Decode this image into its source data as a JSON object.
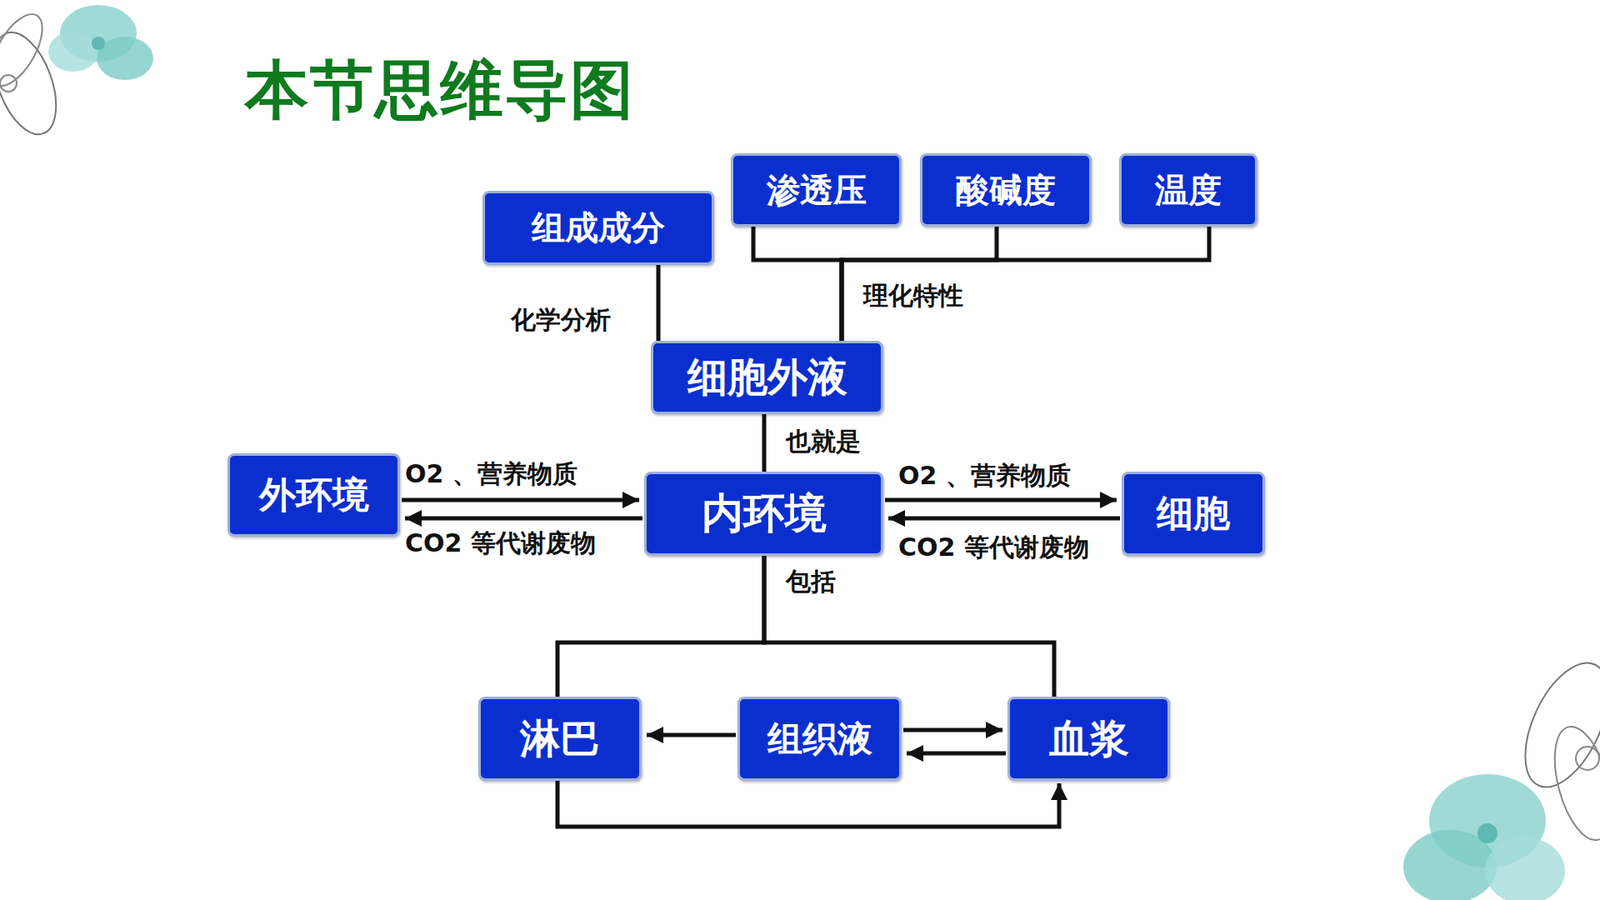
{
  "diagram": {
    "title": "本节思维导图",
    "nodes": [
      {
        "text": [
          "渗透压"
        ]
      },
      {
        "text": [
          "酸碱度"
        ]
      },
      {
        "text": [
          "温度"
        ]
      },
      {
        "text": [
          "组成成分"
        ]
      },
      {
        "text": [
          "细胞外液"
        ]
      },
      {
        "text": [
          "外环境"
        ]
      },
      {
        "text": [
          "内环境"
        ]
      },
      {
        "text": [
          "细胞"
        ]
      },
      {
        "text": [
          "淋巴"
        ]
      },
      {
        "text": [
          "组织液"
        ]
      },
      {
        "text": [
          "血浆"
        ]
      }
    ],
    "edges": [
      {
        "from": 4,
        "to": 3,
        "label": "化学分析",
        "arrow": "none"
      },
      {
        "from": 4,
        "to": 0,
        "label": "理化特性",
        "arrow": "none"
      },
      {
        "from": 4,
        "to": 1,
        "arrow": "none"
      },
      {
        "from": 4,
        "to": 2,
        "arrow": "none"
      },
      {
        "from": 4,
        "to": 6,
        "label": "也就是",
        "arrow": "none"
      },
      {
        "from": 5,
        "to": 6,
        "label": "O2 、营养物质",
        "arrow": "to"
      },
      {
        "from": 6,
        "to": 5,
        "label": "CO2 等代谢废物",
        "arrow": "to"
      },
      {
        "from": 6,
        "to": 7,
        "label": "O2 、营养物质",
        "arrow": "to"
      },
      {
        "from": 7,
        "to": 6,
        "label": "CO2 等代谢废物",
        "arrow": "to"
      },
      {
        "from": 6,
        "to": 8,
        "label": "包括",
        "arrow": "none"
      },
      {
        "from": 6,
        "to": 10,
        "arrow": "none"
      },
      {
        "from": 9,
        "to": 8,
        "arrow": "to"
      },
      {
        "from": 9,
        "to": 10,
        "arrow": "to"
      },
      {
        "from": 10,
        "to": 9,
        "arrow": "to"
      },
      {
        "from": 8,
        "to": 10,
        "arrow": "to"
      }
    ]
  }
}
